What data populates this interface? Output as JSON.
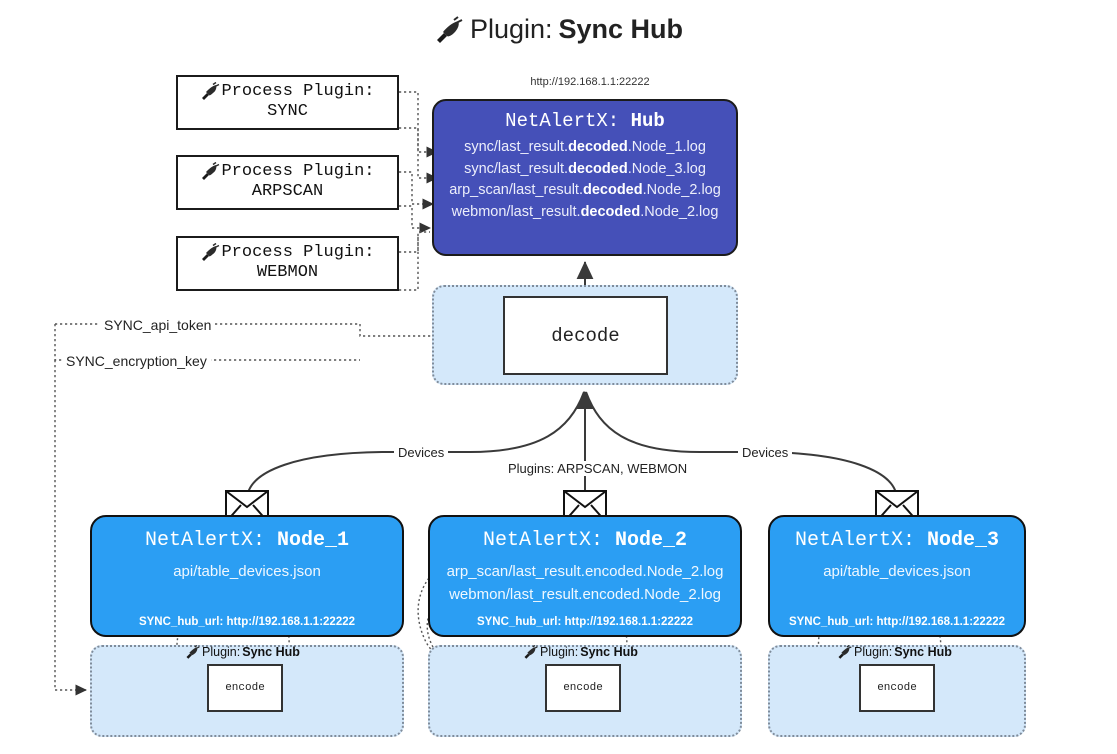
{
  "title": {
    "icon": "plug-icon",
    "prefix": "Plugin:",
    "name": "Sync Hub"
  },
  "hub": {
    "url": "http://192.168.1.1:22222",
    "title_prefix": "NetAlertX:",
    "title_name": "Hub",
    "logs": [
      {
        "pre": "sync/last_result.",
        "mid": "decoded",
        "post": ".Node_1.log"
      },
      {
        "pre": "sync/last_result.",
        "mid": "decoded",
        "post": ".Node_3.log"
      },
      {
        "pre": "arp_scan/last_result.",
        "mid": "decoded",
        "post": ".Node_2.log"
      },
      {
        "pre": "webmon/last_result.",
        "mid": "decoded",
        "post": ".Node_2.log"
      }
    ]
  },
  "process_plugins": [
    {
      "icon": "plug-icon",
      "line1": "Process Plugin:",
      "line2": "SYNC"
    },
    {
      "icon": "plug-icon",
      "line1": "Process Plugin:",
      "line2": "ARPSCAN"
    },
    {
      "icon": "plug-icon",
      "line1": "Process Plugin:",
      "line2": "WEBMON"
    }
  ],
  "decode": {
    "label": "decode"
  },
  "tokens": [
    {
      "label": "SYNC_api_token"
    },
    {
      "label": "SYNC_encryption_key"
    }
  ],
  "edge_labels": {
    "devices_left": "Devices",
    "devices_right": "Devices",
    "plugins": "Plugins: ARPSCAN, WEBMON"
  },
  "nodes": [
    {
      "icon": "envelope-icon",
      "title_prefix": "NetAlertX:",
      "title_name": "Node_1",
      "lines": [
        "api/table_devices.json"
      ],
      "url_key": "SYNC_hub_url:",
      "url_value": "http://192.168.1.1:22222"
    },
    {
      "icon": "envelope-icon",
      "title_prefix": "NetAlertX:",
      "title_name": "Node_2",
      "lines": [
        "arp_scan/last_result.encoded.Node_2.log",
        "webmon/last_result.encoded.Node_2.log"
      ],
      "url_key": "SYNC_hub_url:",
      "url_value": "http://192.168.1.1:22222"
    },
    {
      "icon": "envelope-icon",
      "title_prefix": "NetAlertX:",
      "title_name": "Node_3",
      "lines": [
        "api/table_devices.json"
      ],
      "url_key": "SYNC_hub_url:",
      "url_value": "http://192.168.1.1:22222"
    }
  ],
  "encode_zones": [
    {
      "icon": "plug-icon",
      "label_prefix": "Plugin:",
      "label_name": "Sync Hub",
      "box": "encode"
    },
    {
      "icon": "plug-icon",
      "label_prefix": "Plugin:",
      "label_name": "Sync Hub",
      "box": "encode"
    },
    {
      "icon": "plug-icon",
      "label_prefix": "Plugin:",
      "label_name": "Sync Hub",
      "box": "encode"
    }
  ],
  "colors": {
    "hub_fill": "#4550b8",
    "node_fill": "#2b9ef3",
    "zone_fill": "#d4e8fa",
    "stroke": "#1b1b1b",
    "zone_stroke": "#7f8c9b"
  }
}
